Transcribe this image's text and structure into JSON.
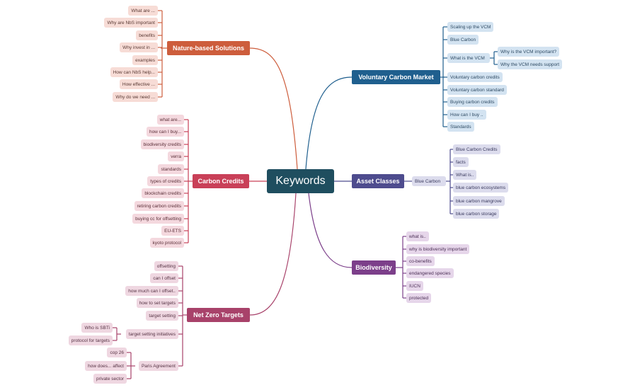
{
  "root": "Keywords",
  "colors": {
    "nbs": "#cd5d3c",
    "vcm": "#1f5f8e",
    "cc": "#c94058",
    "assets": "#4e4c8e",
    "bio": "#7c3f8a",
    "nzt": "#a8426a",
    "root": "#1f4e5f"
  },
  "branches": {
    "nbs": {
      "label": "Nature-based Solutions",
      "items": [
        "What are ...",
        "Why are NbS important",
        "benefits",
        "Why invest in ...",
        "examples",
        "How can NbS help...",
        "How effective ...",
        "Why do we need ..."
      ]
    },
    "vcm": {
      "label": "Voluntary Carbon Market",
      "items": [
        "Scaling up the VCM",
        "Blue Carbon",
        "What is the VCM",
        "Voluntary carbon credits",
        "Voluntary carbon standard",
        "Buying carbon credits",
        "How can I buy ..",
        "Standards"
      ],
      "sub": [
        "Why is the VCM important?",
        "Why the VCM needs support"
      ]
    },
    "cc": {
      "label": "Carbon Credits",
      "items": [
        "what are...",
        "how can I buy...",
        "biodiversity credits",
        "verra",
        "standards",
        "types of credits",
        "blockchain credits",
        "retiring carbon credits",
        "buying cc for offsetting",
        "EU-ETS",
        "kyoto protocol"
      ]
    },
    "assets": {
      "label": "Asset Classes",
      "mid": "Blue Carbon",
      "items": [
        "Blue Carbon Credits",
        "facts",
        "What is..",
        "blue carbon ecosystems",
        "blue carbon mangrove",
        "blue carbon storage"
      ]
    },
    "bio": {
      "label": "Biodiversity",
      "items": [
        "what is..",
        "why is biodiversity important",
        "co-benefits",
        "endangered species",
        "IUCN",
        "protected"
      ]
    },
    "nzt": {
      "label": "Net Zero Targets",
      "items": [
        "offsetting",
        "can I offset",
        "how much can I offset..",
        "how to set targets",
        "target setting",
        "target setting initiatives",
        "Paris Agreement"
      ],
      "tsi_sub": [
        "Who is SBTi",
        "protocol for targets"
      ],
      "paris_sub": [
        "cop 26",
        "how does... affect",
        "private sector"
      ]
    }
  }
}
